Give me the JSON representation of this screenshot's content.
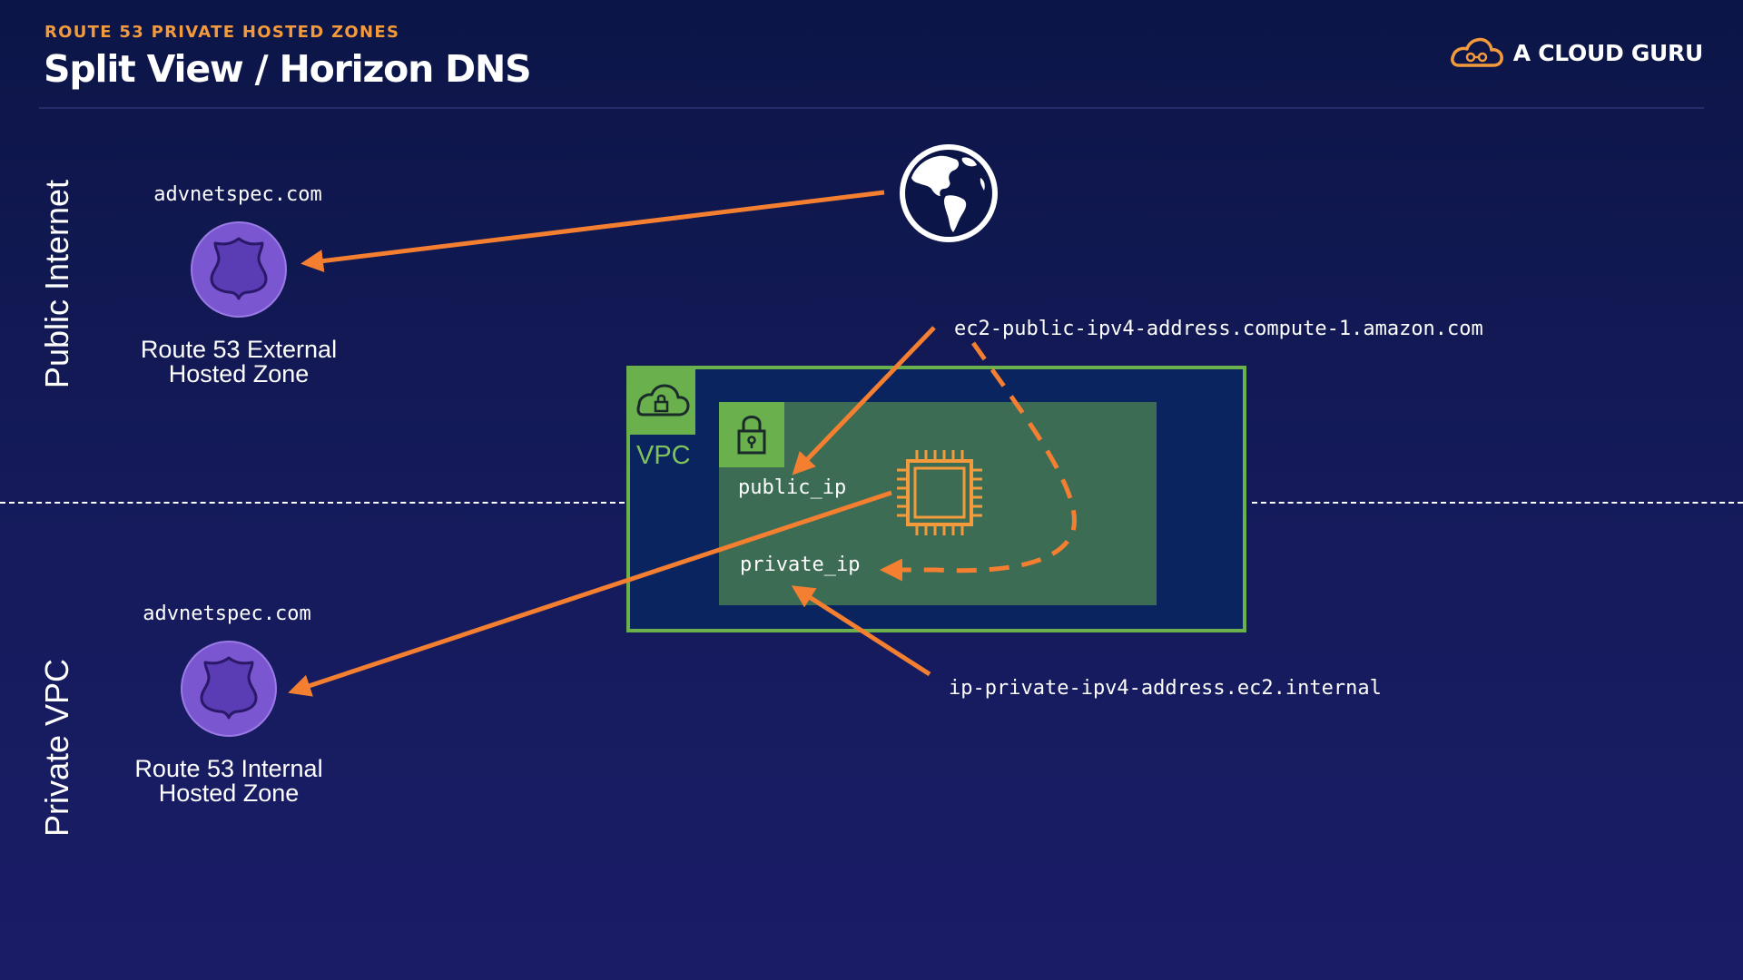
{
  "header": {
    "eyebrow": "ROUTE 53 PRIVATE HOSTED ZONES",
    "title": "Split View / Horizon DNS",
    "brand": "A CLOUD GURU"
  },
  "regions": {
    "top": "Public Internet",
    "bottom": "Private VPC"
  },
  "zones": {
    "external": {
      "domain": "advnetspec.com",
      "label_line1": "Route 53 External",
      "label_line2": "Hosted Zone"
    },
    "internal": {
      "domain": "advnetspec.com",
      "label_line1": "Route 53 Internal",
      "label_line2": "Hosted Zone"
    }
  },
  "vpc": {
    "label": "VPC",
    "public_ip": "public_ip",
    "private_ip": "private_ip"
  },
  "dns_names": {
    "public": "ec2-public-ipv4-address.compute-1.amazon.com",
    "private": "ip-private-ipv4-address.ec2.internal"
  },
  "icons": {
    "globe": "globe-icon",
    "shield": "route53-shield-icon",
    "vpc": "cloud-lock-icon",
    "subnet": "padlock-icon",
    "ec2": "chip-icon",
    "brand": "cloud-logo-icon"
  },
  "colors": {
    "background": "#0c1547",
    "accent": "#f39a3d",
    "arrow": "#f47f31",
    "vpc_border": "#6ab04c",
    "subnet_fill": "#3d6c54",
    "shield": "#7a57d1"
  }
}
